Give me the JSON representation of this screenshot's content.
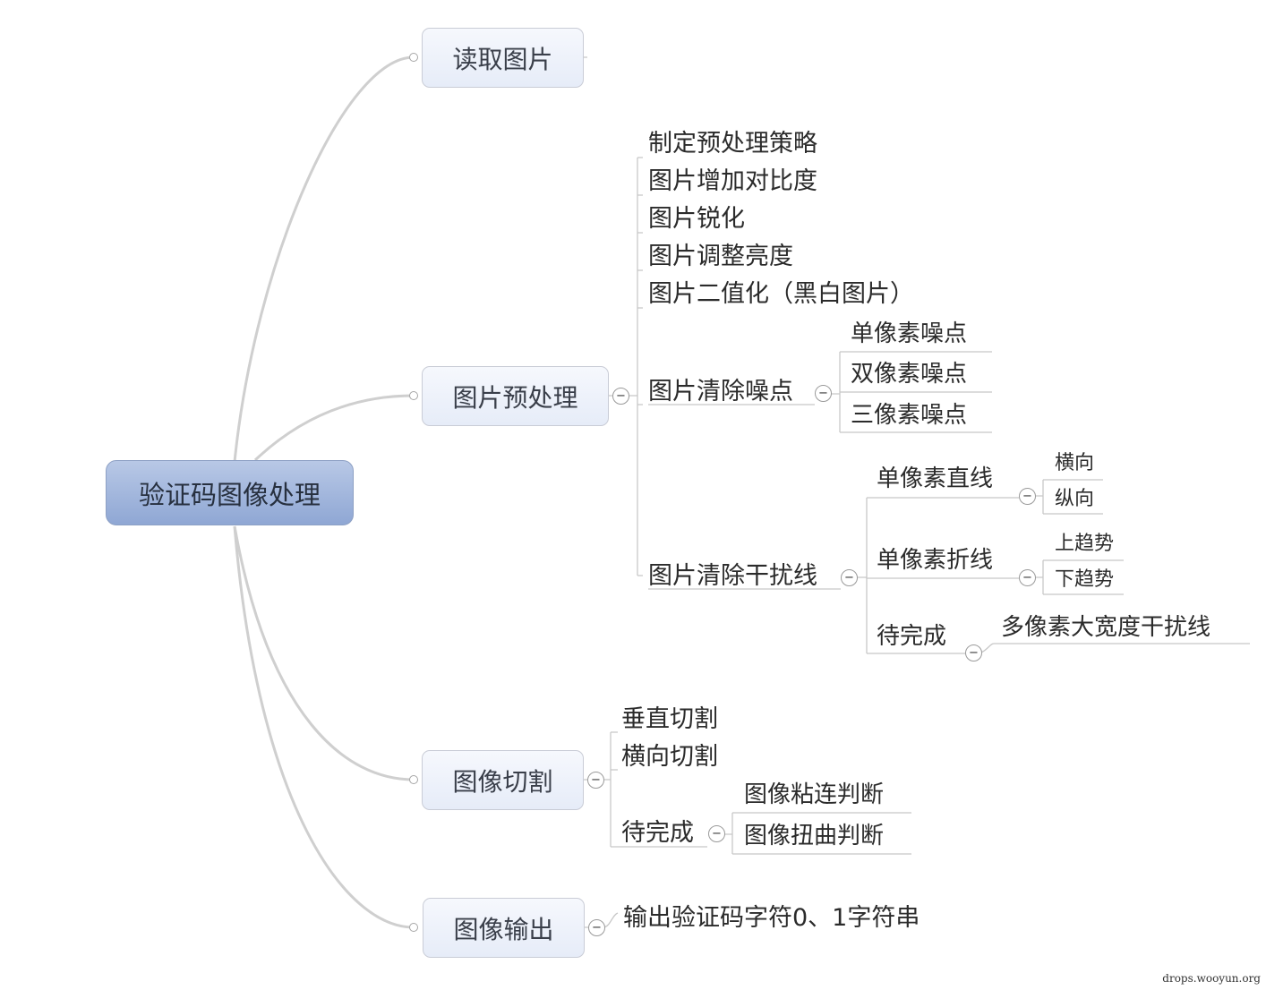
{
  "root": "验证码图像处理",
  "branches": {
    "read": {
      "label": "读取图片"
    },
    "preprocess": {
      "label": "图片预处理",
      "items": [
        "制定预处理策略",
        "图片增加对比度",
        "图片锐化",
        "图片调整亮度",
        "图片二值化（黑白图片）"
      ],
      "noise": {
        "label": "图片清除噪点",
        "children": [
          "单像素噪点",
          "双像素噪点",
          "三像素噪点"
        ]
      },
      "interference": {
        "label": "图片清除干扰线",
        "straight": {
          "label": "单像素直线",
          "children": [
            "横向",
            "纵向"
          ]
        },
        "polyline": {
          "label": "单像素折线",
          "children": [
            "上趋势",
            "下趋势"
          ]
        },
        "pending": {
          "label": "待完成",
          "children": [
            "多像素大宽度干扰线"
          ]
        }
      }
    },
    "cut": {
      "label": "图像切割",
      "items": [
        "垂直切割",
        "横向切割"
      ],
      "pending": {
        "label": "待完成",
        "children": [
          "图像粘连判断",
          "图像扭曲判断"
        ]
      }
    },
    "output": {
      "label": "图像输出",
      "children": [
        "输出验证码字符0、1字符串"
      ]
    }
  },
  "toggle_symbol": "−",
  "watermark": "drops.wooyun.org"
}
